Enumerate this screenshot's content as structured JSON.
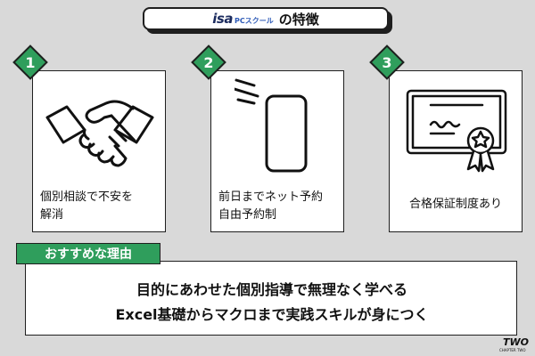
{
  "header": {
    "logo_main": "isa",
    "logo_sub": "PCスクール",
    "title_suffix": "の特徴"
  },
  "features": [
    {
      "number": "1",
      "icon": "handshake-icon",
      "text_line1": "個別相談で不安を",
      "text_line2": "解消"
    },
    {
      "number": "2",
      "icon": "smartphone-icon",
      "text_line1": "前日までネット予約",
      "text_line2": "自由予約制"
    },
    {
      "number": "3",
      "icon": "certificate-icon",
      "text_line1": "合格保証制度あり",
      "text_line2": ""
    }
  ],
  "reasons": {
    "label": "おすすめな理由",
    "line1": "目的にあわせた個別指導で無理なく学べる",
    "line2": "Excel基礎からマクロまで実践スキルが身につく"
  },
  "corner_logo": {
    "main": "TWO",
    "sub": "CHAPTER TWO"
  },
  "colors": {
    "accent_green": "#2f9e5c",
    "background": "#d9d9d9",
    "outline": "#1f1f1f",
    "logo_navy": "#1b2b5e"
  }
}
